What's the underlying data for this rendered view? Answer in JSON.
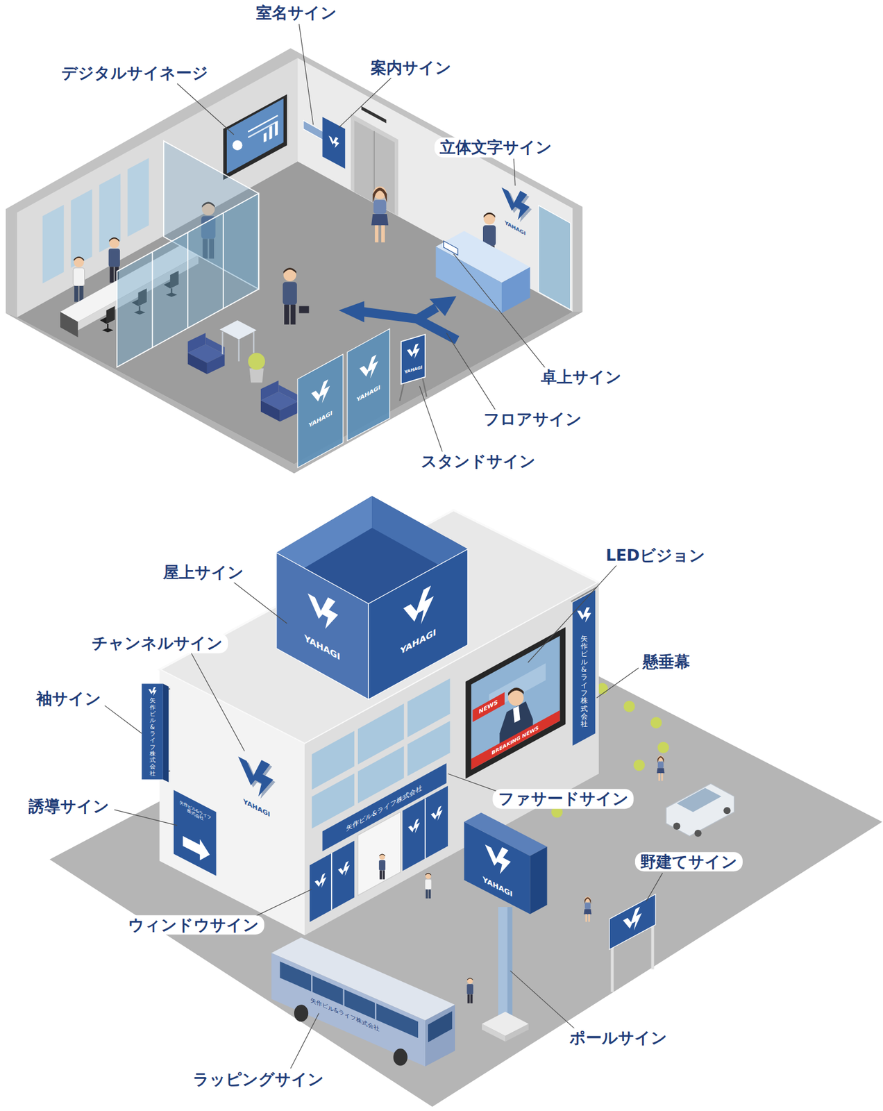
{
  "diagram": {
    "labels": [
      "室名サイン",
      "デジタルサイネージ",
      "案内サイン",
      "立体文字サイン",
      "YAHAGI",
      "YAHAGI",
      "YAHAGI",
      "YAHAGI",
      "卓上サイン",
      "フロアサイン",
      "スタンドサイン",
      "屋上サイン",
      "YAHAGI",
      "YAHAGI",
      "LEDビジョン",
      "チャンネルサイン",
      "YAHAGI",
      "袖サイン",
      "矢作ビル&ライフ株式会社",
      "懸垂幕",
      "矢作ビル&ライフ株式会社",
      "NEWS",
      "BREAKING NEWS",
      "誘導サイン",
      "矢作ビル&ライフ 株式会社",
      "ファサードサイン",
      "矢作ビル&ライフ株式会社",
      "ウィンドウサイン",
      "野建てサイン",
      "YAHAGI",
      "ポールサイン",
      "矢作ビル&ライフ株式会社",
      "ラッピングサイン"
    ]
  }
}
